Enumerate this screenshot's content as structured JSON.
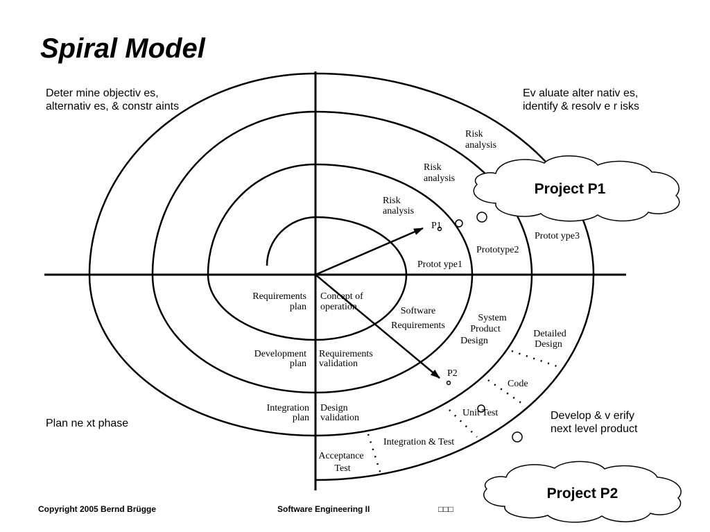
{
  "title": "Spiral Model",
  "quadrants": {
    "top_left": "Deter mine objectiv es,\nalternativ es, & constr aints",
    "top_right": "Ev aluate alter nativ es,\nidentify & resolv e r isks",
    "bottom_left": "Plan ne xt phase",
    "bottom_right": "Develop & v erify\nnext level product"
  },
  "labels": {
    "risk1_a": "Risk",
    "risk1_b": "analysis",
    "risk2_a": "Risk",
    "risk2_b": "analysis",
    "risk3_a": "Risk",
    "risk3_b": "analysis",
    "p1": "P1",
    "p2": "P2",
    "prototype1": "Protot ype1",
    "prototype2": "Prototype2",
    "prototype3": "Protot ype3",
    "req_plan_a": "Requirements",
    "req_plan_b": "plan",
    "concept_a": "Concept of",
    "concept_b": "operation",
    "software_a": "Software",
    "software_b": "Requirements",
    "system_a": "System",
    "system_b": "Product",
    "system_c": "Design",
    "detailed_a": "Detailed",
    "detailed_b": "Design",
    "dev_plan_a": "Development",
    "dev_plan_b": "plan",
    "req_val_a": "Requirements",
    "req_val_b": "validation",
    "code": "Code",
    "int_plan_a": "Integration",
    "int_plan_b": "plan",
    "design_val_a": "Design",
    "design_val_b": "validation",
    "unit_test": "Unit Test",
    "int_test": "Integration & Test",
    "acceptance_a": "Acceptance",
    "acceptance_b": "Test"
  },
  "clouds": {
    "project1": "Project P1",
    "project2": "Project P2"
  },
  "footer": {
    "copyright": "Copyright  2005  Bernd Brügge",
    "course": "Software  Engineering II",
    "page": "□□□"
  }
}
